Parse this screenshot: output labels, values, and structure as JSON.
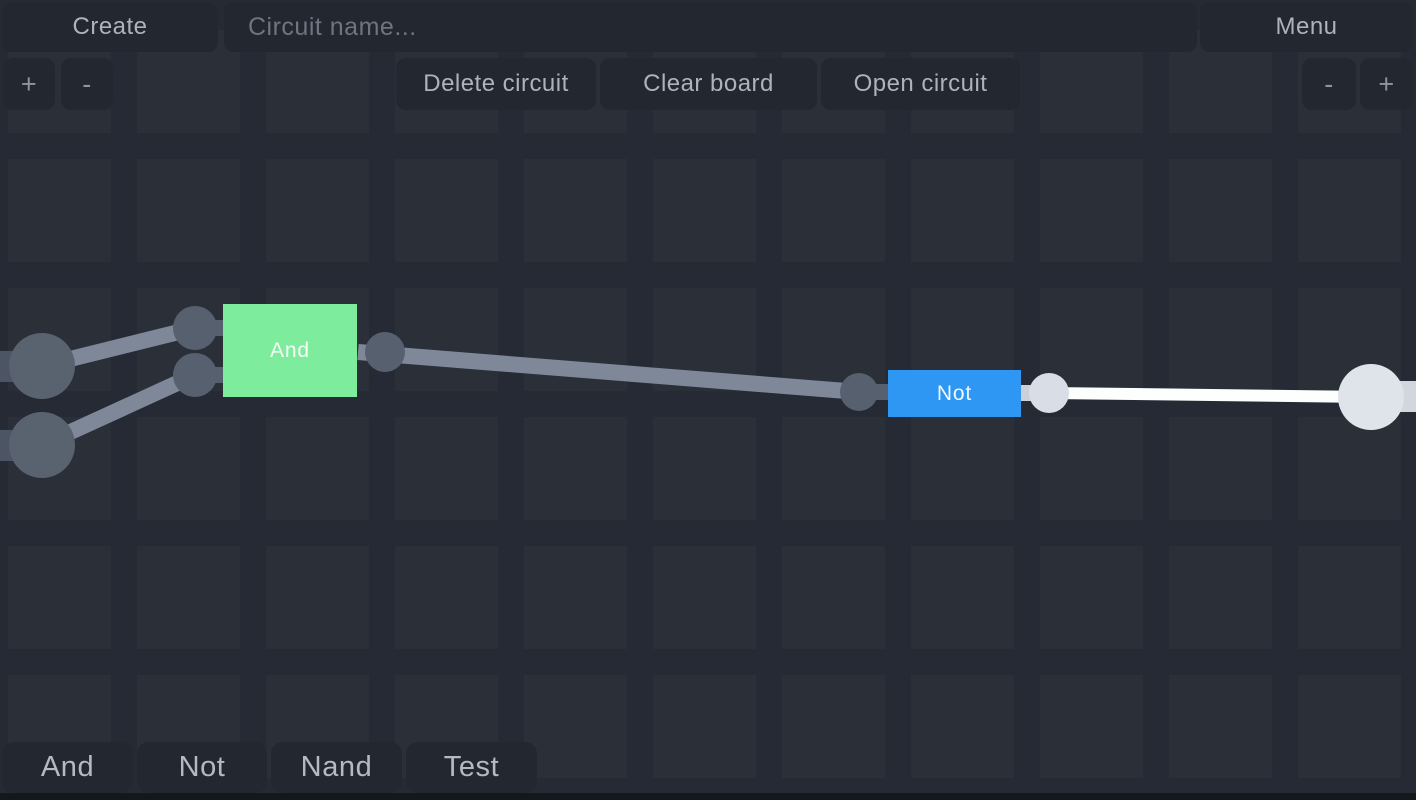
{
  "top_bar": {
    "create": "Create",
    "circuit_name_placeholder": "Circuit name...",
    "menu": "Menu"
  },
  "toolbar": {
    "zoom_in": "+",
    "zoom_out": "-",
    "delete_circuit": "Delete circuit",
    "clear_board": "Clear board",
    "open_circuit": "Open circuit"
  },
  "palette": {
    "items": [
      "And",
      "Not",
      "Nand",
      "Test"
    ]
  },
  "board": {
    "gates": {
      "and": "And",
      "not": "Not"
    },
    "input_terminals": [
      {
        "id": "input-1",
        "state": "off"
      },
      {
        "id": "input-2",
        "state": "off"
      }
    ],
    "output_terminal": {
      "id": "output-1",
      "state": "on"
    },
    "wires": [
      {
        "from": "input-1",
        "to": "and-input-1",
        "state": "off"
      },
      {
        "from": "input-2",
        "to": "and-input-2",
        "state": "off"
      },
      {
        "from": "and-output",
        "to": "not-input",
        "state": "off"
      },
      {
        "from": "not-output",
        "to": "output-1",
        "state": "on"
      }
    ]
  },
  "colors": {
    "background": "#252a34",
    "panel_button": "#232830",
    "button_text": "#adb2bb",
    "placeholder_text": "#6e7480",
    "and_gate": "#7eec9d",
    "not_gate": "#2e96f3",
    "gate_label": "#ffffff",
    "wire_off": "#7e8899",
    "wire_on": "#fdfefe",
    "node_off": "#57606f",
    "node_on": "#d9dde5",
    "terminal_off": "#59626f",
    "terminal_on": "#dfe3ea",
    "stub_off": "#4c5564",
    "stub_on": "#d2d6de"
  }
}
